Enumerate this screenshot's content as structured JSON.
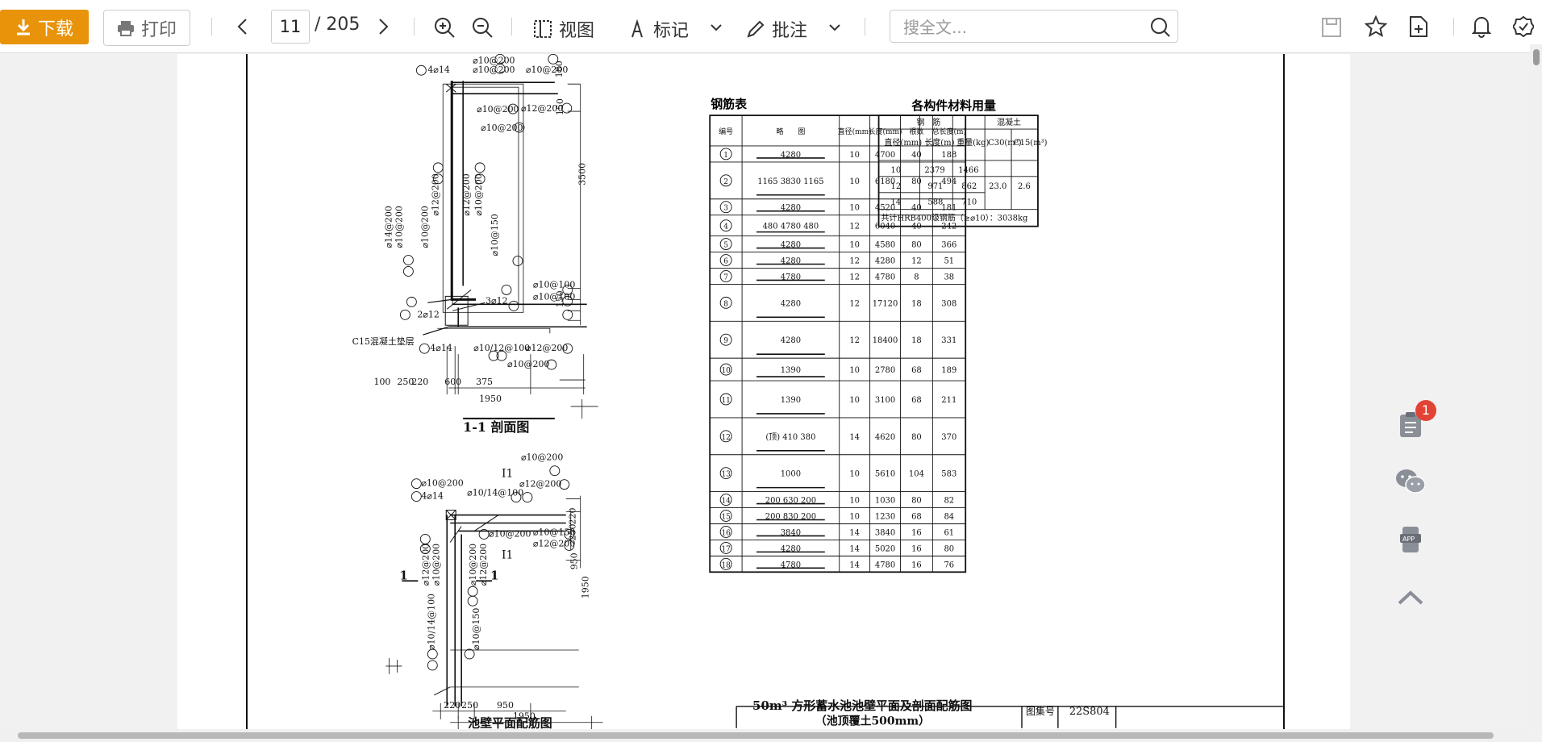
{
  "toolbar": {
    "download_label": "下载",
    "print_label": "打印",
    "page_current": "11",
    "page_total": "/ 205",
    "view_label": "视图",
    "mark_label": "标记",
    "annotate_label": "批注",
    "search_placeholder": "搜全文..."
  },
  "notifications": {
    "badge_count": "1"
  },
  "drawing": {
    "section_title": "1-1  剖面图",
    "plan_title": "池壁平面配筋图",
    "c15_label": "C15混凝土垫层",
    "section_marker": "1",
    "rebar_table": {
      "title": "钢筋表",
      "headers": [
        "编号",
        "略　　图",
        "直径(mm)",
        "长度(mm)",
        "根数",
        "总长度(m)"
      ],
      "rows": [
        {
          "no": "1",
          "shape": "4280",
          "dia": "10",
          "len": "4700",
          "count": "40",
          "total": "188"
        },
        {
          "no": "2",
          "shape": "1165 3830 1165",
          "dia": "10",
          "len": "6180",
          "count": "80",
          "total": "494"
        },
        {
          "no": "3",
          "shape": "4280",
          "dia": "10",
          "len": "4520",
          "count": "40",
          "total": "181"
        },
        {
          "no": "4",
          "shape": "480 4780 480",
          "dia": "12",
          "len": "6040",
          "count": "40",
          "total": "242"
        },
        {
          "no": "5",
          "shape": "4280",
          "dia": "10",
          "len": "4580",
          "count": "80",
          "total": "366"
        },
        {
          "no": "6",
          "shape": "4280",
          "dia": "12",
          "len": "4280",
          "count": "12",
          "total": "51"
        },
        {
          "no": "7",
          "shape": "4780",
          "dia": "12",
          "len": "4780",
          "count": "8",
          "total": "38"
        },
        {
          "no": "8",
          "shape": "4280",
          "dia": "12",
          "len": "17120",
          "count": "18",
          "total": "308"
        },
        {
          "no": "9",
          "shape": "4280",
          "dia": "12",
          "len": "18400",
          "count": "18",
          "total": "331"
        },
        {
          "no": "10",
          "shape": "1390",
          "dia": "10",
          "len": "2780",
          "count": "68",
          "total": "189"
        },
        {
          "no": "11",
          "shape": "1390",
          "dia": "10",
          "len": "3100",
          "count": "68",
          "total": "211"
        },
        {
          "no": "12",
          "shape": "(顶) 410 380",
          "dia": "14",
          "len": "4620",
          "count": "80",
          "total": "370"
        },
        {
          "no": "13",
          "shape": "1000",
          "dia": "10",
          "len": "5610",
          "count": "104",
          "total": "583"
        },
        {
          "no": "14",
          "shape": "200 630 200",
          "dia": "10",
          "len": "1030",
          "count": "80",
          "total": "82"
        },
        {
          "no": "15",
          "shape": "200 830 200",
          "dia": "10",
          "len": "1230",
          "count": "68",
          "total": "84"
        },
        {
          "no": "16",
          "shape": "3840",
          "dia": "14",
          "len": "3840",
          "count": "16",
          "total": "61"
        },
        {
          "no": "17",
          "shape": "4280",
          "dia": "14",
          "len": "5020",
          "count": "16",
          "total": "80"
        },
        {
          "no": "18",
          "shape": "4780",
          "dia": "14",
          "len": "4780",
          "count": "16",
          "total": "76"
        }
      ]
    },
    "material_table": {
      "title": "各构件材料用量",
      "group_rebar": "钢　筋",
      "group_concrete": "混凝土",
      "headers": [
        "直径(mm)",
        "长度(m)",
        "重量(kg)",
        "C30(m³)",
        "C15(m³)"
      ],
      "rows": [
        {
          "dia": "10",
          "len": "2379",
          "weight": "1466"
        },
        {
          "dia": "12",
          "len": "971",
          "weight": "862"
        },
        {
          "dia": "14",
          "len": "588",
          "weight": "710"
        }
      ],
      "c30": "23.0",
      "c15": "2.6",
      "footer": "共计HRB400级钢筋（≥⌀10）：3038kg"
    },
    "title_block": {
      "line1": "50m³ 方形蓄水池池壁平面及剖面配筋图",
      "line2": "（池顶覆土500mm）",
      "atlas_label": "图集号",
      "atlas_no": "22S804"
    },
    "section_labels": {
      "d3500": "3500",
      "d1950": "1950",
      "d100": "100",
      "d250": "250",
      "d220": "220",
      "d600": "600",
      "d375": "375",
      "d180": "180",
      "d150": "150",
      "r1": "⌀10@200",
      "r2": "⌀10@200",
      "r3": "⌀10@200",
      "r4": "⌀12@200",
      "r5": "⌀10@100",
      "r6": "⌀10@100",
      "r7": "⌀10/12@100",
      "r8": "⌀10@200",
      "r9": "⌀12@200",
      "r10": "⌀10@200",
      "r11": "⌀10@150",
      "r12": "⌀14@200",
      "r13": "3⌀12",
      "r14": "4⌀14",
      "r15": "2⌀12",
      "r16": "4⌀14",
      "v1": "⌀10@200",
      "v2": "⌀12@200",
      "v3": "⌀12@200",
      "v4": "⌀10@200",
      "v5": "⌀14@200",
      "v6": "⌀10@200"
    },
    "plan_labels": {
      "p1": "⌀10@200",
      "p2": "⌀10@200",
      "p3": "4⌀14",
      "p4": "⌀10/14@100",
      "p5": "⌀12@200",
      "p6": "⌀10@200",
      "p7": "⌀10@150",
      "p8": "⌀12@200",
      "p9": "⌀12@200",
      "p10": "⌀10@200",
      "p11": "⌀10@200",
      "p12": "⌀12@200",
      "p13": "⌀10@150",
      "p14": "⌀10/14@100",
      "d950": "950",
      "d1950": "1950",
      "d220": "220",
      "d250": "250",
      "d950b": "950",
      "d1950v": "1950",
      "d220v": "220",
      "d250v": "250",
      "cut": "I1"
    }
  }
}
